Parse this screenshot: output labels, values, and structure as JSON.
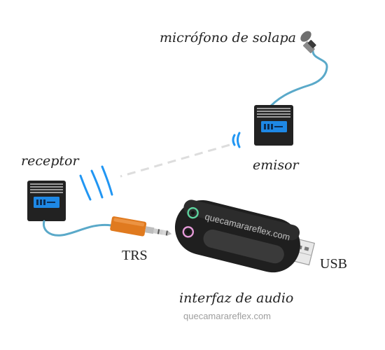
{
  "labels": {
    "microphone": "micrófono de solapa",
    "transmitter": "emisor",
    "receiver": "receptor",
    "trs": "TRS",
    "usb": "USB",
    "interface": "interfaz de audio"
  },
  "device_brand": "quecamarareflex.com",
  "watermark": "quecamarareflex.com",
  "colors": {
    "cable": "#5aa9c9",
    "signal_waves": "#2196f3",
    "device_body": "#222222",
    "device_screen": "#1e88e5",
    "wireless_link": "#dddddd",
    "jack_sleeve": "#e07a1f",
    "interface_body": "#1f1f1f",
    "port_mic": "#5dd39e",
    "port_headphone": "#e59ad8",
    "usb_plug": "#e8e8e8"
  },
  "icons": {
    "microphone": "lavalier-microphone-icon",
    "transmitter": "bodypack-transmitter-icon",
    "receiver": "receiver-icon",
    "jack": "trs-jack-icon",
    "interface": "usb-audio-interface-icon"
  }
}
